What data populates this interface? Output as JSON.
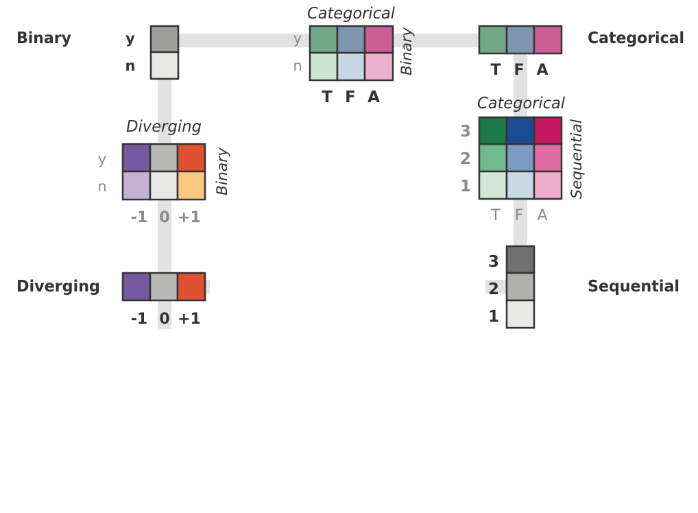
{
  "corner_labels": {
    "binary": "Binary",
    "categorical": "Categorical",
    "diverging": "Diverging",
    "sequential": "Sequential"
  },
  "binary_legend": {
    "levels": [
      "y",
      "n"
    ],
    "colors": [
      "#9e9e9c",
      "#e8e8e6"
    ]
  },
  "categorical_legend": {
    "levels": [
      "T",
      "F",
      "A"
    ],
    "colors": [
      "#72a887",
      "#7f96b0",
      "#cc5f96"
    ]
  },
  "diverging_legend": {
    "levels": [
      "-1",
      "0",
      "+1"
    ],
    "colors": [
      "#7559a0",
      "#b8b8b6",
      "#e0512f"
    ]
  },
  "sequential_legend": {
    "levels": [
      "3",
      "2",
      "1"
    ],
    "colors": [
      "#707070",
      "#b0b0ae",
      "#e8e8e6"
    ]
  },
  "binary_categorical_matrix": {
    "top_label": "Categorical",
    "side_label": "Binary",
    "row_labels": [
      "y",
      "n"
    ],
    "col_labels": [
      "T",
      "F",
      "A"
    ],
    "colors": [
      [
        "#72a887",
        "#7f96b0",
        "#cc5f96"
      ],
      [
        "#cbe5d3",
        "#c6d7e3",
        "#ecb1cc"
      ]
    ]
  },
  "binary_diverging_matrix": {
    "top_label": "Diverging",
    "side_label": "Binary",
    "row_labels": [
      "y",
      "n"
    ],
    "col_labels": [
      "-1",
      "0",
      "+1"
    ],
    "colors": [
      [
        "#7559a0",
        "#b8b8b6",
        "#e0512f"
      ],
      [
        "#c4b1d4",
        "#e8e8e6",
        "#f8c882"
      ]
    ]
  },
  "categorical_sequential_matrix": {
    "top_label": "Categorical",
    "side_label": "Sequential",
    "row_labels": [
      "3",
      "2",
      "1"
    ],
    "col_labels": [
      "T",
      "F",
      "A"
    ],
    "colors": [
      [
        "#1b7a45",
        "#1c4c94",
        "#c41a62"
      ],
      [
        "#72b98d",
        "#7c9ac2",
        "#de6ca3"
      ],
      [
        "#cee8d5",
        "#c9d9e6",
        "#efafcb"
      ]
    ]
  },
  "palette": {
    "connector": "#e2e2e2",
    "cell_border": "#333333",
    "label_dark": "#333333",
    "label_gray": "#8a8a8a"
  }
}
